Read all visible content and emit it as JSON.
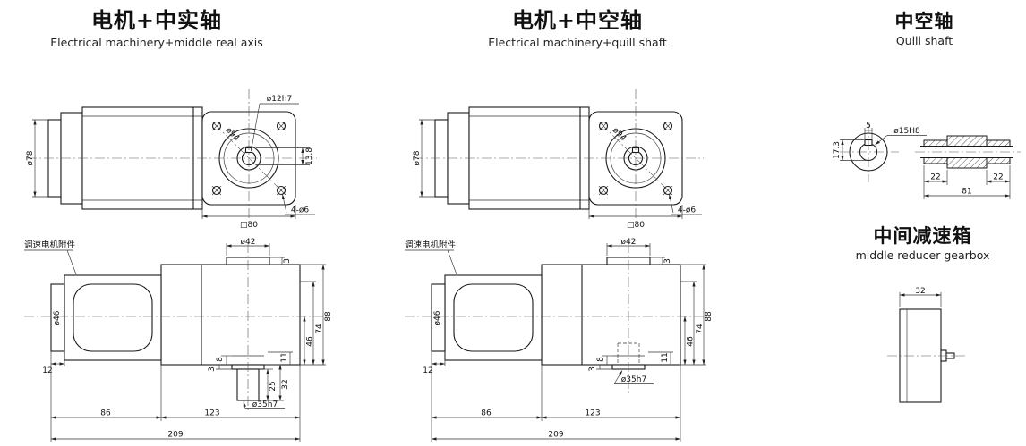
{
  "page": {
    "background": "#ffffff",
    "line_color": "#1a1a1a"
  },
  "col1": {
    "title": "电机+中实轴",
    "subtitle": "Electrical machinery+middle real axis",
    "top": {
      "dia_body": "ø78",
      "dia_bolt": "ø94",
      "dia_shaft": "ø12h7",
      "key_height": "13.8",
      "holes": "4-ø6",
      "square": "□80"
    },
    "side": {
      "accessory": "调速电机附件",
      "dia_boss": "ø42",
      "boss_h": "3",
      "dia_motor": "ø46",
      "cap_len": "12",
      "step8": "8",
      "h11": "11",
      "h46": "46",
      "h74": "74",
      "h88": "88",
      "collar": "3",
      "shaft_l": "25",
      "shaft_total": "32",
      "dia_shaft": "ø35h7",
      "len_a": "86",
      "len_b": "123",
      "len_total": "209"
    }
  },
  "col2": {
    "title": "电机+中空轴",
    "subtitle": "Electrical machinery+quill shaft",
    "top": {
      "dia_body": "ø78",
      "dia_bolt": "ø94",
      "holes": "4-ø6",
      "square": "□80"
    },
    "side": {
      "accessory": "调速电机附件",
      "dia_boss": "ø42",
      "boss_h": "3",
      "dia_motor": "ø46",
      "cap_len": "12",
      "step8": "8",
      "h11": "11",
      "h46": "46",
      "h74": "74",
      "h88": "88",
      "plate": "3",
      "dia_bore": "ø35h7",
      "len_a": "86",
      "len_b": "123",
      "len_total": "209"
    }
  },
  "col3": {
    "title": "中空轴",
    "subtitle": "Quill shaft",
    "quill": {
      "key_w": "5",
      "dia_bore": "ø15H8",
      "key_h": "17.3",
      "seg_l": "22",
      "total": "81",
      "seg_r": "22"
    },
    "reducer": {
      "title": "中间减速箱",
      "subtitle": "middle reducer gearbox",
      "width": "32"
    }
  }
}
